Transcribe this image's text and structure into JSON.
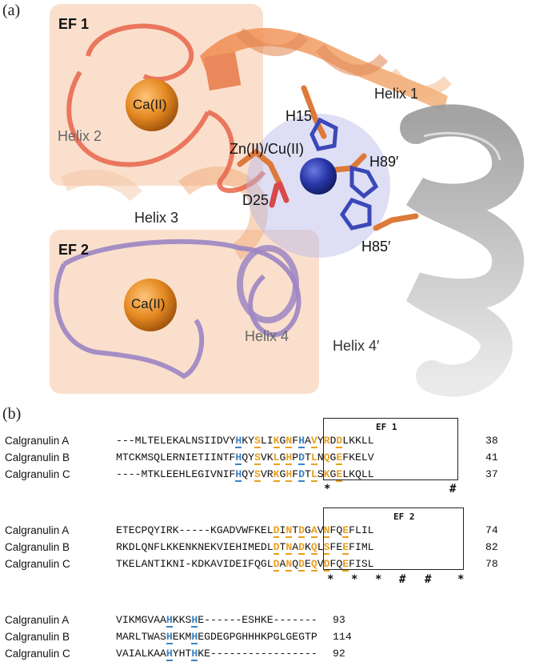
{
  "panel_labels": {
    "a": "(a)",
    "b": "(b)"
  },
  "structure": {
    "ef1_label": "EF 1",
    "ef2_label": "EF 2",
    "ca1_label": "Ca(II)",
    "ca2_label": "Ca(II)",
    "helix1": "Helix 1",
    "helix2": "Helix 2",
    "helix3": "Helix 3",
    "helix4": "Helix 4",
    "helix4p": "Helix 4′",
    "h15": "H15",
    "h89": "H89′",
    "h85": "H85′",
    "d25": "D25",
    "metal": "Zn(II)/Cu(II)",
    "colors": {
      "ef_box": "#f9d9c4",
      "ca_sphere": "#e58a22",
      "metal_sphere": "#2836a8",
      "helix_orange": "#ed9a55",
      "helix_gray": "#b8b8b8",
      "loop_purple": "#9c86c4",
      "ef1_loop": "#e8654a"
    }
  },
  "alignment": {
    "block1": {
      "ef_title": "EF 1",
      "rows": [
        {
          "name": "Calgranulin A",
          "seq": "---MLTELEKALNSIIDVYHKYSLIKGNFHAVYRDDLKKLL",
          "num": "38"
        },
        {
          "name": "Calgranulin B",
          "seq": "MTCKMSQLERNIETIINTFHQYSVKLGHPDTLNQGEFKELV",
          "num": "41"
        },
        {
          "name": "Calgranulin C",
          "seq": "----MTKLEEHLEGIVNIFHQYSVRKGHFDTLSKGELKQLL",
          "num": "37"
        }
      ],
      "marks": [
        "*",
        "#"
      ]
    },
    "block2": {
      "ef_title": "EF 2",
      "rows": [
        {
          "name": "Calgranulin A",
          "seq": "ETECPQYIRK-----KGADVWFKELDINTDGAVNFQEFLIL",
          "num": "74"
        },
        {
          "name": "Calgranulin B",
          "seq": "RKDLQNFLKKENKNEKVIEHIMEDLDTNADKQLSFEEFIML",
          "num": "82"
        },
        {
          "name": "Calgranulin C",
          "seq": "TKELANTIKNI-KDKAVIDEIFQGLDANQDEQVDFQEFISL",
          "num": "78"
        }
      ],
      "marks": [
        "*",
        "*",
        "*",
        "#",
        "#",
        "*"
      ]
    },
    "block3": {
      "rows": [
        {
          "name": "Calgranulin A",
          "seq": "VIKMGVAAHKKSHE------ESHKE-------",
          "num": "93"
        },
        {
          "name": "Calgranulin B",
          "seq": "MARLTWASHEKMHEGDEGPGHHHKPGLGEGTP",
          "num": "114"
        },
        {
          "name": "Calgranulin C",
          "seq": "VAIALKAAHYHTHKE-----------------",
          "num": "92"
        }
      ]
    }
  }
}
